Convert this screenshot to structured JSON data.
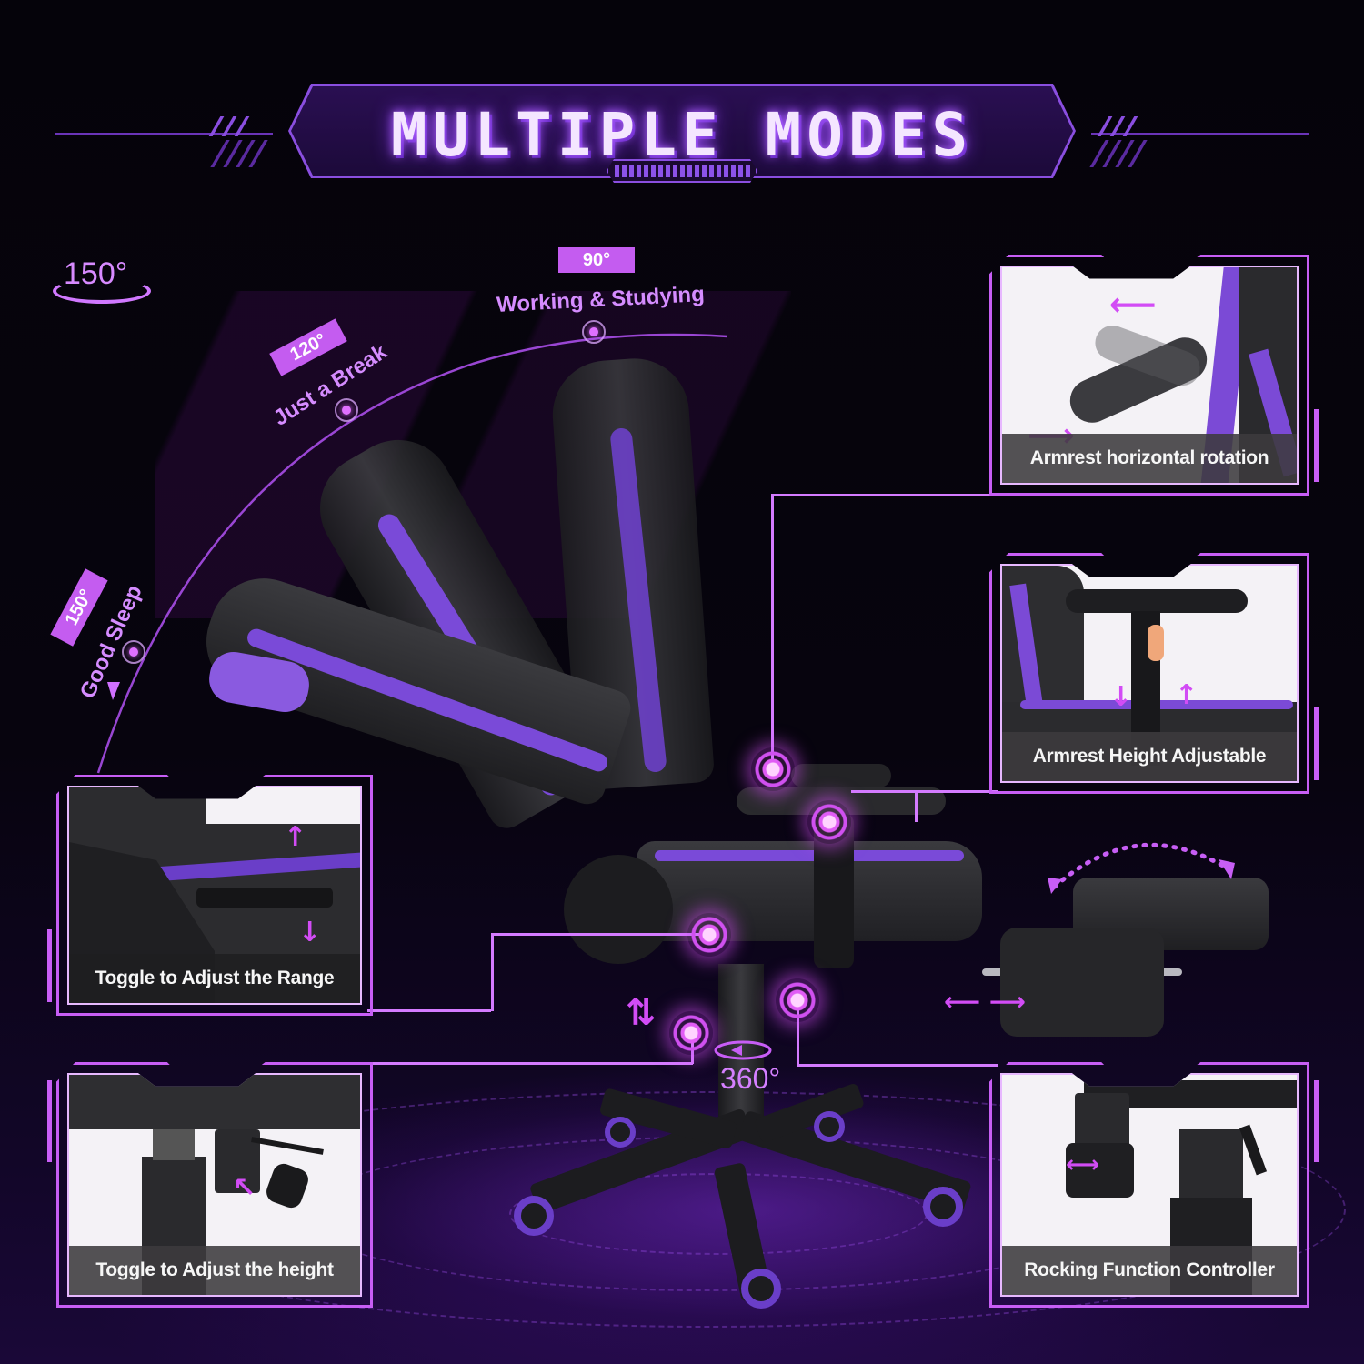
{
  "header": {
    "title": "MULTIPLE MODES"
  },
  "recline": {
    "rotation_label": "150°",
    "modes": [
      {
        "angle": "90°",
        "label": "Working & Studying"
      },
      {
        "angle": "120°",
        "label": "Just a Break"
      },
      {
        "angle": "150°",
        "label": "Good Sleep"
      }
    ]
  },
  "features": [
    {
      "id": "armrest-rotation",
      "caption": "Armrest horizontal rotation"
    },
    {
      "id": "armrest-height",
      "caption": "Armrest Height Adjustable"
    },
    {
      "id": "range-toggle",
      "caption": "Toggle to Adjust the Range"
    },
    {
      "id": "height-toggle",
      "caption": "Toggle to Adjust the height"
    },
    {
      "id": "rocking-controller",
      "caption": "Rocking Function Controller"
    }
  ],
  "base": {
    "swivel_label": "360°"
  },
  "colors": {
    "background": "#05030a",
    "accent": "#c45cf0",
    "accent_light": "#d58cff",
    "chair_purple": "#7b4ad6",
    "frame": "#c75ef5"
  }
}
